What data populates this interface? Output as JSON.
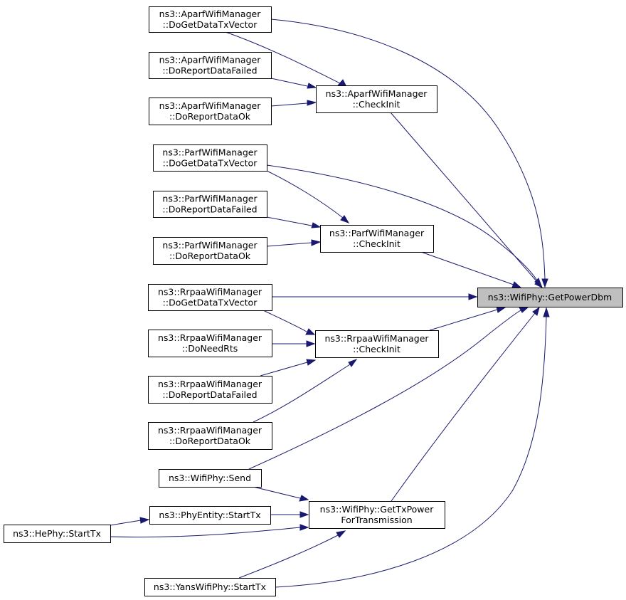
{
  "colors": {
    "edge": "#191970",
    "root_fill": "#bfbfbf",
    "node_fill": "#ffffff",
    "border": "#000000"
  },
  "nodes": {
    "root": [
      "ns3::WifiPhy::GetPowerDbm"
    ],
    "aparf_get": [
      "ns3::AparfWifiManager",
      "::DoGetDataTxVector"
    ],
    "aparf_failed": [
      "ns3::AparfWifiManager",
      "::DoReportDataFailed"
    ],
    "aparf_ok": [
      "ns3::AparfWifiManager",
      "::DoReportDataOk"
    ],
    "aparf_check": [
      "ns3::AparfWifiManager",
      "::CheckInit"
    ],
    "parf_get": [
      "ns3::ParfWifiManager",
      "::DoGetDataTxVector"
    ],
    "parf_failed": [
      "ns3::ParfWifiManager",
      "::DoReportDataFailed"
    ],
    "parf_ok": [
      "ns3::ParfWifiManager",
      "::DoReportDataOk"
    ],
    "parf_check": [
      "ns3::ParfWifiManager",
      "::CheckInit"
    ],
    "rrpaa_get": [
      "ns3::RrpaaWifiManager",
      "::DoGetDataTxVector"
    ],
    "rrpaa_rts": [
      "ns3::RrpaaWifiManager",
      "::DoNeedRts"
    ],
    "rrpaa_failed": [
      "ns3::RrpaaWifiManager",
      "::DoReportDataFailed"
    ],
    "rrpaa_ok": [
      "ns3::RrpaaWifiManager",
      "::DoReportDataOk"
    ],
    "rrpaa_check": [
      "ns3::RrpaaWifiManager",
      "::CheckInit"
    ],
    "send": [
      "ns3::WifiPhy::Send"
    ],
    "phyentity": [
      "ns3::PhyEntity::StartTx"
    ],
    "hephy": [
      "ns3::HePhy::StartTx"
    ],
    "yans": [
      "ns3::YansWifiPhy::StartTx"
    ],
    "gettxpower": [
      "ns3::WifiPhy::GetTxPower",
      "ForTransmission"
    ]
  },
  "edges": [
    [
      "aparf_get",
      "aparf_check"
    ],
    [
      "aparf_failed",
      "aparf_check"
    ],
    [
      "aparf_ok",
      "aparf_check"
    ],
    [
      "aparf_get",
      "root"
    ],
    [
      "aparf_check",
      "root"
    ],
    [
      "parf_get",
      "parf_check"
    ],
    [
      "parf_failed",
      "parf_check"
    ],
    [
      "parf_ok",
      "parf_check"
    ],
    [
      "parf_get",
      "root"
    ],
    [
      "parf_check",
      "root"
    ],
    [
      "rrpaa_get",
      "root"
    ],
    [
      "rrpaa_get",
      "rrpaa_check"
    ],
    [
      "rrpaa_rts",
      "rrpaa_check"
    ],
    [
      "rrpaa_failed",
      "rrpaa_check"
    ],
    [
      "rrpaa_ok",
      "rrpaa_check"
    ],
    [
      "rrpaa_check",
      "root"
    ],
    [
      "send",
      "root"
    ],
    [
      "send",
      "gettxpower"
    ],
    [
      "phyentity",
      "gettxpower"
    ],
    [
      "hephy",
      "phyentity"
    ],
    [
      "hephy",
      "gettxpower"
    ],
    [
      "yans",
      "gettxpower"
    ],
    [
      "yans",
      "root"
    ],
    [
      "gettxpower",
      "root"
    ]
  ]
}
